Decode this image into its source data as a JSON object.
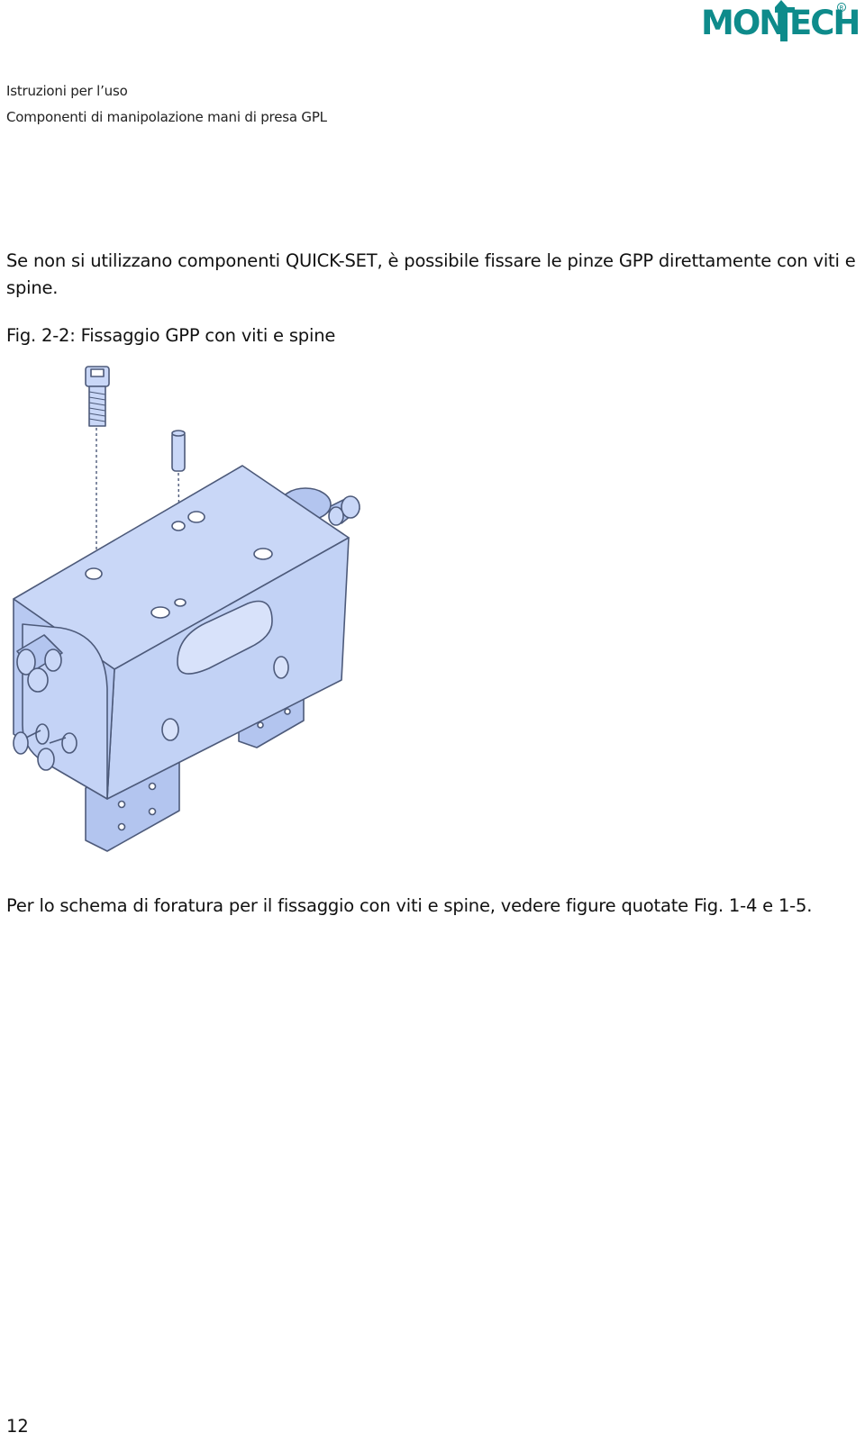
{
  "brand": {
    "logo_text": "MONTECH",
    "logo_color": "#0e8b8b"
  },
  "header": {
    "line1": "Istruzioni per l’uso",
    "line2": "Componenti di manipolazione mani di presa GPL"
  },
  "body": {
    "intro": "Se non si utilizzano componenti QUICK-SET, è possibile fissare le pinze GPP direttamente con viti e spine.",
    "figure_caption": "Fig. 2-2: Fissaggio GPP con viti e spine",
    "note": "Per lo schema di foratura per il fissaggio con viti e spine, vedere figure quotate Fig. 1-4 e 1-5."
  },
  "footer": {
    "page_number": "12"
  },
  "colors": {
    "part_fill": "#c9d7f7",
    "part_fill_dark": "#b3c5ef",
    "outline": "#4d5a7a"
  }
}
